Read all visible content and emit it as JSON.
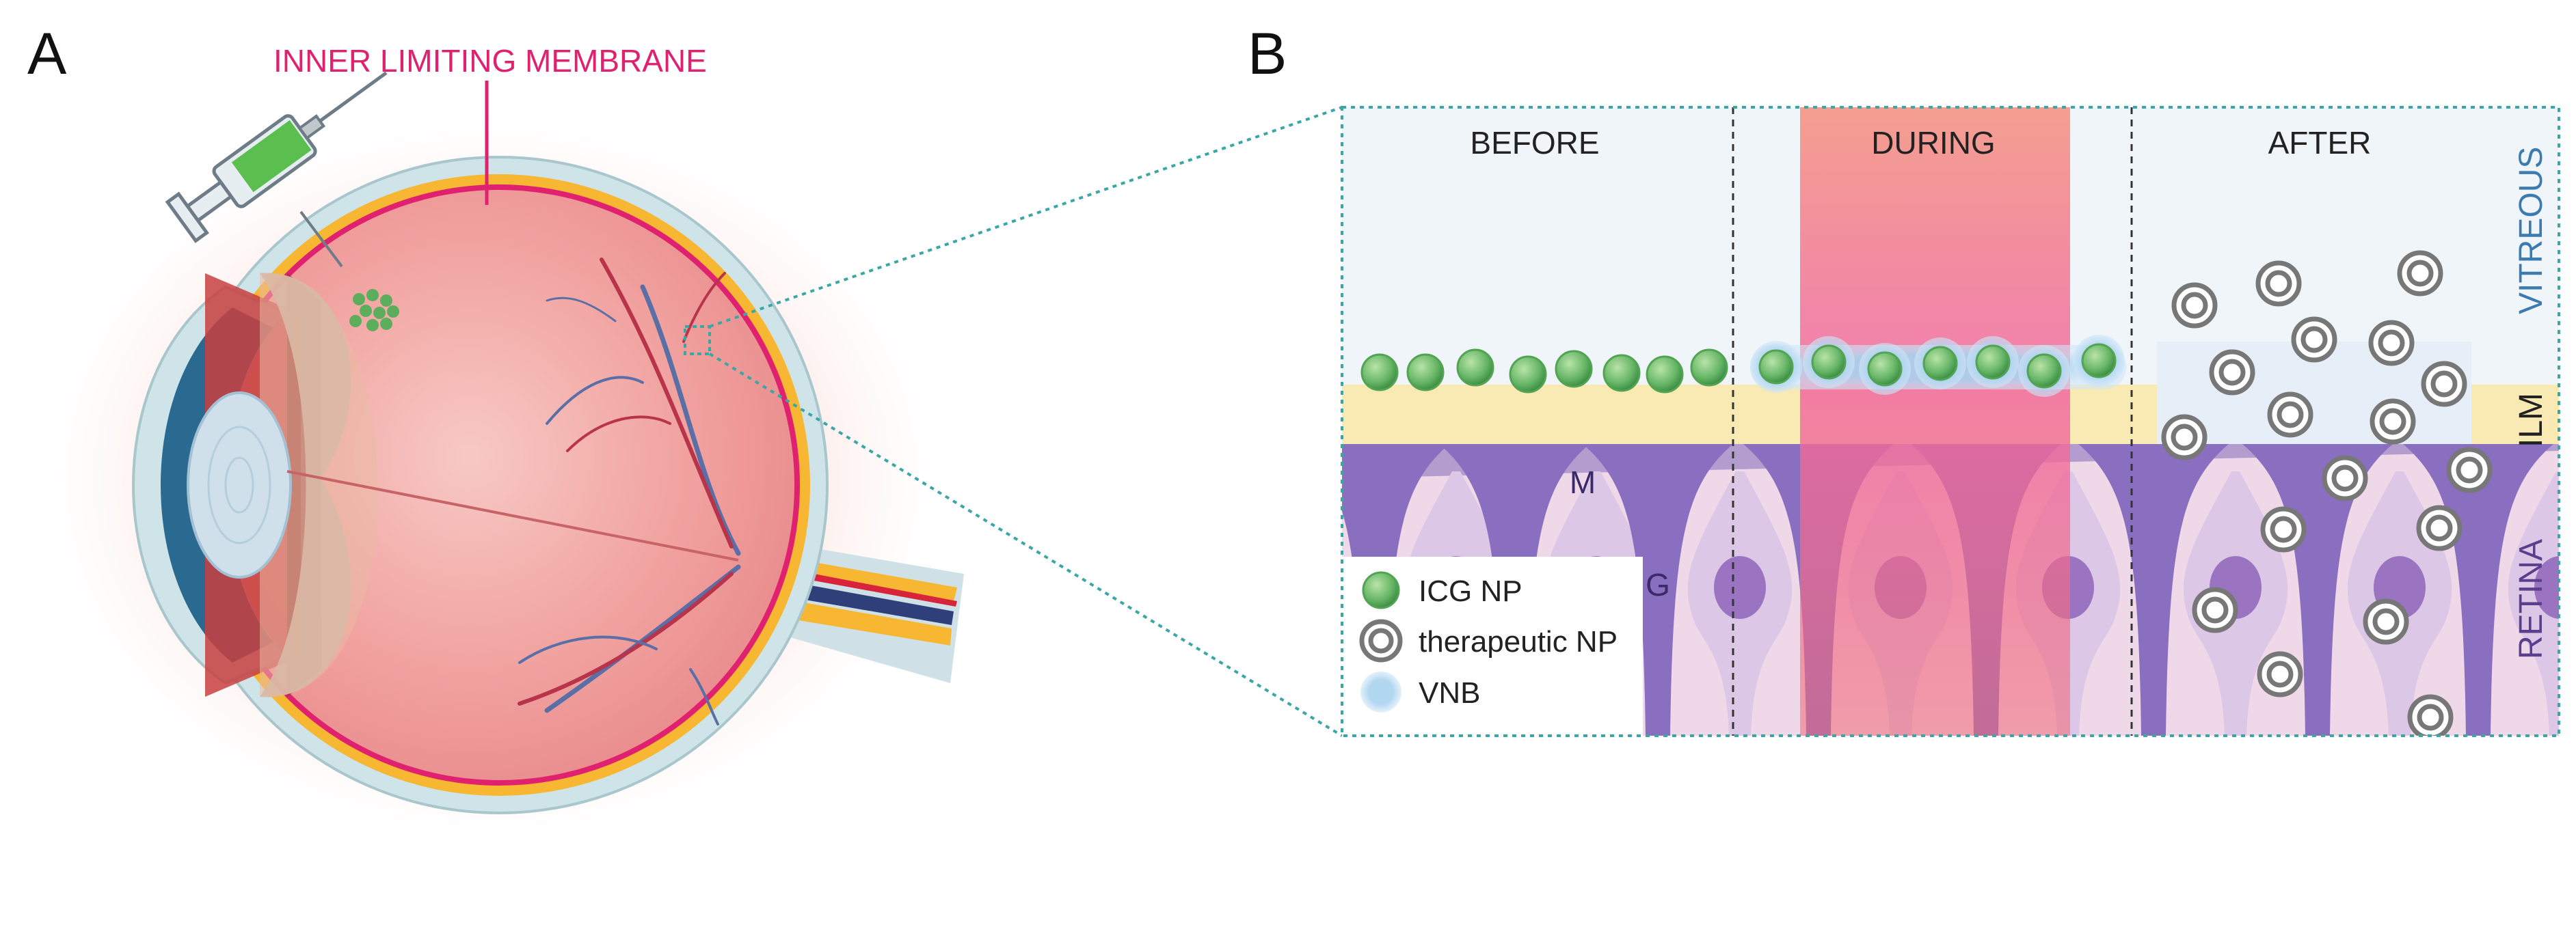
{
  "panel_a": {
    "letter": "A",
    "annotation": "INNER LIMITING MEMBRANE"
  },
  "panel_b": {
    "letter": "B",
    "columns": {
      "before": "BEFORE",
      "during": "DURING",
      "after": "AFTER"
    },
    "side_labels": {
      "vitreous": "VITREOUS",
      "ilm": "ILM",
      "retina": "RETINA"
    },
    "cell_labels": {
      "muller": "M",
      "ganglion": "G"
    },
    "legend": [
      {
        "label": "ICG NP",
        "icon": "green-nanoparticle-icon"
      },
      {
        "label": "therapeutic NP",
        "icon": "ring-nanoparticle-icon"
      },
      {
        "label": "VNB",
        "icon": "vapor-bubble-icon"
      }
    ]
  },
  "colors": {
    "ilm_pink": "#e0216f",
    "vitreous_blue": "#3b7bb0",
    "icg_green": "#6abf6a",
    "retina_purple": "#7e63b0",
    "laser_red": "#f0556e",
    "ilm_yellow": "#f8eab2",
    "frame_teal": "#3aa6a6"
  }
}
